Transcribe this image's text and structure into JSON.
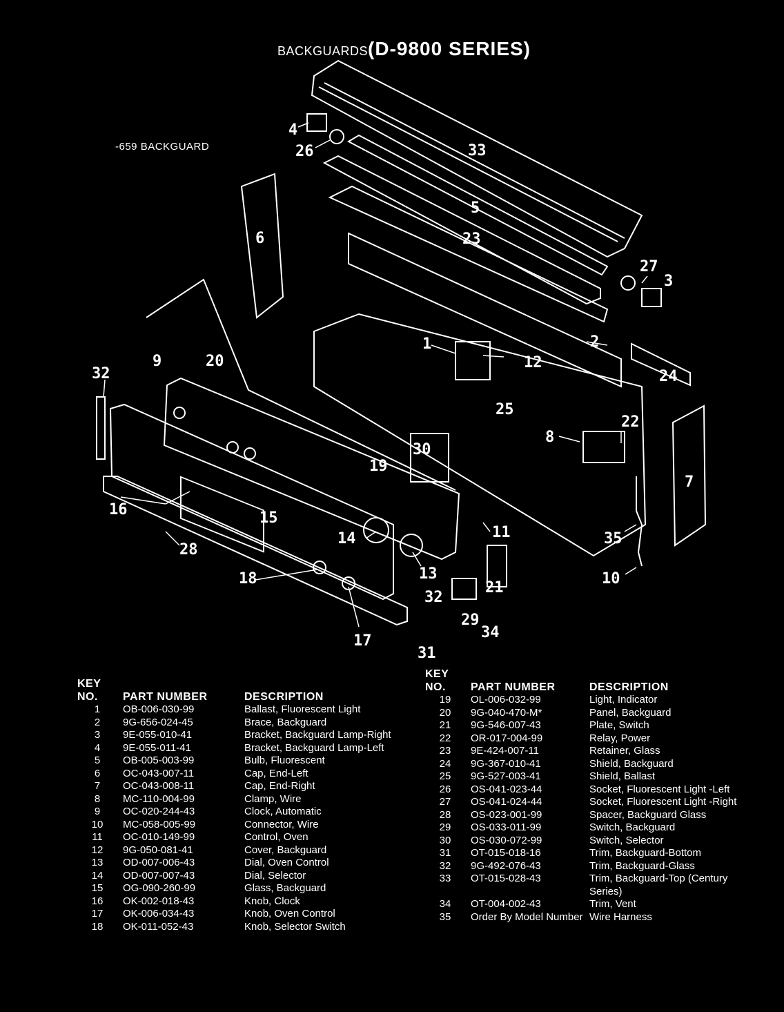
{
  "title": {
    "prefix": "BACKGUARDS",
    "series": "(D-9800 SERIES)"
  },
  "subtitle": "-659 BACKGUARD",
  "callouts": [
    "1",
    "2",
    "3",
    "4",
    "5",
    "6",
    "7",
    "8",
    "9",
    "10",
    "11",
    "12",
    "13",
    "14",
    "15",
    "16",
    "17",
    "18",
    "19",
    "20",
    "21",
    "22",
    "23",
    "24",
    "25",
    "26",
    "27",
    "28",
    "29",
    "30",
    "31",
    "32",
    "32",
    "33",
    "34",
    "35"
  ],
  "headers": {
    "key": "KEY NO.",
    "part": "PART NUMBER",
    "desc": "DESCRIPTION"
  },
  "parts_left": [
    {
      "key": "1",
      "part": "OB-006-030-99",
      "desc": "Ballast, Fluorescent Light"
    },
    {
      "key": "2",
      "part": "9G-656-024-45",
      "desc": "Brace, Backguard"
    },
    {
      "key": "3",
      "part": "9E-055-010-41",
      "desc": "Bracket, Backguard Lamp-Right"
    },
    {
      "key": "4",
      "part": "9E-055-011-41",
      "desc": "Bracket, Backguard Lamp-Left"
    },
    {
      "key": "5",
      "part": "OB-005-003-99",
      "desc": "Bulb, Fluorescent"
    },
    {
      "key": "6",
      "part": "OC-043-007-11",
      "desc": "Cap, End-Left"
    },
    {
      "key": "7",
      "part": "OC-043-008-11",
      "desc": "Cap, End-Right"
    },
    {
      "key": "8",
      "part": "MC-110-004-99",
      "desc": "Clamp, Wire"
    },
    {
      "key": "9",
      "part": "OC-020-244-43",
      "desc": "Clock, Automatic"
    },
    {
      "key": "10",
      "part": "MC-058-005-99",
      "desc": "Connector, Wire"
    },
    {
      "key": "11",
      "part": "OC-010-149-99",
      "desc": "Control, Oven"
    },
    {
      "key": "12",
      "part": "9G-050-081-41",
      "desc": "Cover, Backguard"
    },
    {
      "key": "13",
      "part": "OD-007-006-43",
      "desc": "Dial, Oven Control"
    },
    {
      "key": "14",
      "part": "OD-007-007-43",
      "desc": "Dial, Selector"
    },
    {
      "key": "15",
      "part": "OG-090-260-99",
      "desc": "Glass, Backguard"
    },
    {
      "key": "16",
      "part": "OK-002-018-43",
      "desc": "Knob, Clock"
    },
    {
      "key": "17",
      "part": "OK-006-034-43",
      "desc": "Knob, Oven Control"
    },
    {
      "key": "18",
      "part": "OK-011-052-43",
      "desc": "Knob, Selector Switch"
    }
  ],
  "parts_right": [
    {
      "key": "19",
      "part": "OL-006-032-99",
      "desc": "Light, Indicator"
    },
    {
      "key": "20",
      "part": "9G-040-470-M*",
      "desc": "Panel, Backguard"
    },
    {
      "key": "21",
      "part": "9G-546-007-43",
      "desc": "Plate, Switch"
    },
    {
      "key": "22",
      "part": "OR-017-004-99",
      "desc": "Relay, Power"
    },
    {
      "key": "23",
      "part": "9E-424-007-11",
      "desc": "Retainer, Glass"
    },
    {
      "key": "24",
      "part": "9G-367-010-41",
      "desc": "Shield, Backguard"
    },
    {
      "key": "25",
      "part": "9G-527-003-41",
      "desc": "Shield, Ballast"
    },
    {
      "key": "26",
      "part": "OS-041-023-44",
      "desc": "Socket, Fluorescent Light -Left"
    },
    {
      "key": "27",
      "part": "OS-041-024-44",
      "desc": "Socket, Fluorescent Light -Right"
    },
    {
      "key": "28",
      "part": "OS-023-001-99",
      "desc": "Spacer, Backguard Glass"
    },
    {
      "key": "29",
      "part": "OS-033-011-99",
      "desc": "Switch, Backguard"
    },
    {
      "key": "30",
      "part": "OS-030-072-99",
      "desc": "Switch, Selector"
    },
    {
      "key": "31",
      "part": "OT-015-018-16",
      "desc": "Trim, Backguard-Bottom"
    },
    {
      "key": "32",
      "part": "9G-492-076-43",
      "desc": "Trim, Backguard-Glass"
    },
    {
      "key": "33",
      "part": "OT-015-028-43",
      "desc": "Trim, Backguard-Top (Century Series)"
    },
    {
      "key": "34",
      "part": "OT-004-002-43",
      "desc": "Trim, Vent"
    },
    {
      "key": "35",
      "part": "Order By Model Number",
      "desc": "Wire Harness"
    }
  ]
}
